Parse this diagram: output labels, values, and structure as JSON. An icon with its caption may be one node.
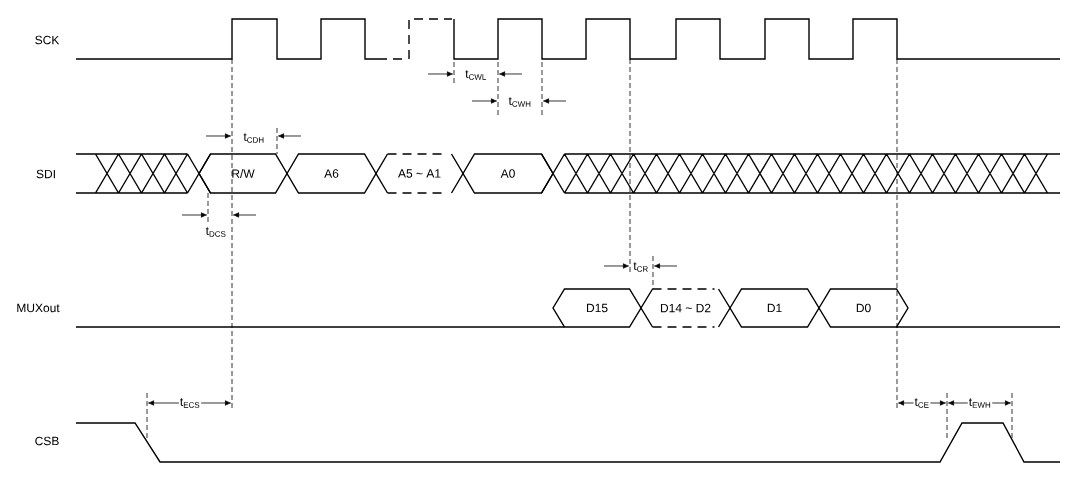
{
  "diagram": {
    "nodes": [
      {
        "text": [
          "R/W"
        ]
      },
      {
        "text": [
          "A6"
        ]
      },
      {
        "text": [
          "A5 ~ A1"
        ]
      },
      {
        "text": [
          "A0"
        ]
      },
      {
        "text": [
          "D15"
        ]
      },
      {
        "text": [
          "D14 ~ D2"
        ]
      },
      {
        "text": [
          "D1"
        ]
      },
      {
        "text": [
          "D0"
        ]
      }
    ],
    "labels": [
      "SCK",
      "t$_{CWL}$",
      "t$_{CWH}$",
      "t$_{CDH}$",
      "SDI",
      "t$_{DCS}$",
      "t$_{CR}$",
      "MUXout",
      "t$_{ECS}$",
      "t$_{CE}$",
      "t$_{EWH}$",
      "CSB"
    ]
  }
}
